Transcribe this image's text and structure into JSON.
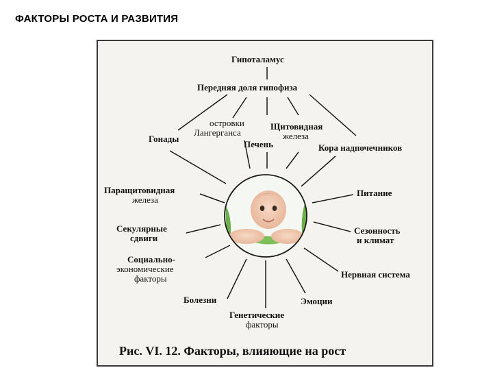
{
  "page_title": "ФАКТОРЫ РОСТА И РАЗВИТИЯ",
  "diagram": {
    "nodes": {
      "hypothalamus": "Гипоталамус",
      "anterior_pituitary": "Передняя доля гипофиза",
      "gonads": "Гонады",
      "islets_line1": "островки",
      "islets_line2": "Лангерганса",
      "liver": "Печень",
      "thyroid_line1": "Щитовидная",
      "thyroid_line2": "железа",
      "adrenal_cortex": "Кора надпочечников",
      "parathyroid_line1": "Паращитовидная",
      "parathyroid_line2": "железа",
      "nutrition": "Питание",
      "secular_line1": "Секулярные",
      "secular_line2": "сдвиги",
      "season_line1": "Сезонность",
      "season_line2": "и климат",
      "socio_line1": "Социально-",
      "socio_line2": "экономические",
      "socio_line3": "факторы",
      "nervous_system": "Нервная система",
      "diseases": "Болезни",
      "emotions": "Эмоции",
      "genetic_line1": "Генетические",
      "genetic_line2": "факторы"
    },
    "center_image": "baby-photo",
    "caption": "Рис. VI. 12. Факторы, влияющие на рост"
  },
  "colors": {
    "frame_background": "#f4f3ef",
    "line": "#1a1a1a",
    "leaf_green": "#6cb04a"
  }
}
